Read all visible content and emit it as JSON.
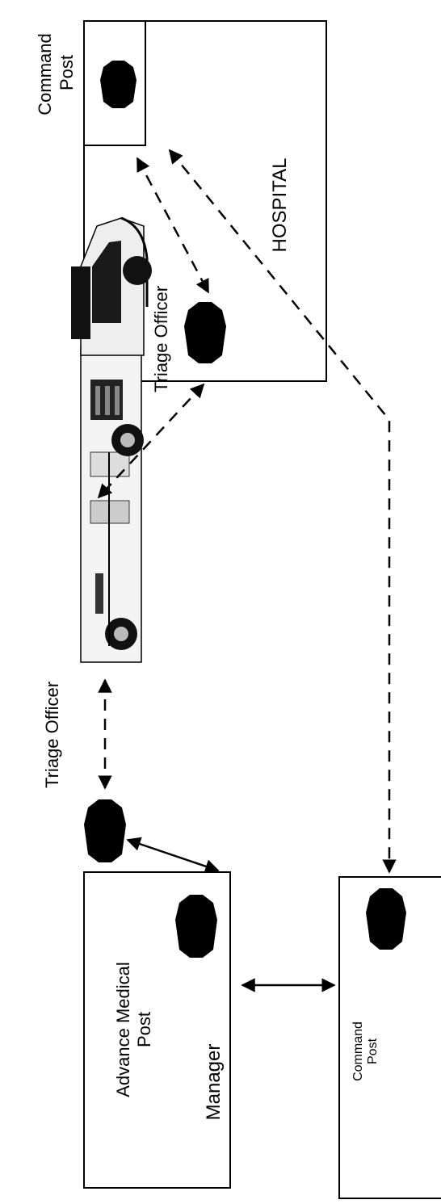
{
  "hospital": {
    "title": "HOSPITAL",
    "command_post_line1": "Command",
    "command_post_line2": "Post",
    "triage_officer": "Triage Officer"
  },
  "field": {
    "triage_officer": "Triage Officer",
    "amp_line1": "Advance Medical",
    "amp_line2": "Post",
    "manager": "Manager",
    "command_post_line1": "Command",
    "command_post_line2": "Post"
  },
  "vehicle": {
    "icon": "ambulance-icon"
  }
}
